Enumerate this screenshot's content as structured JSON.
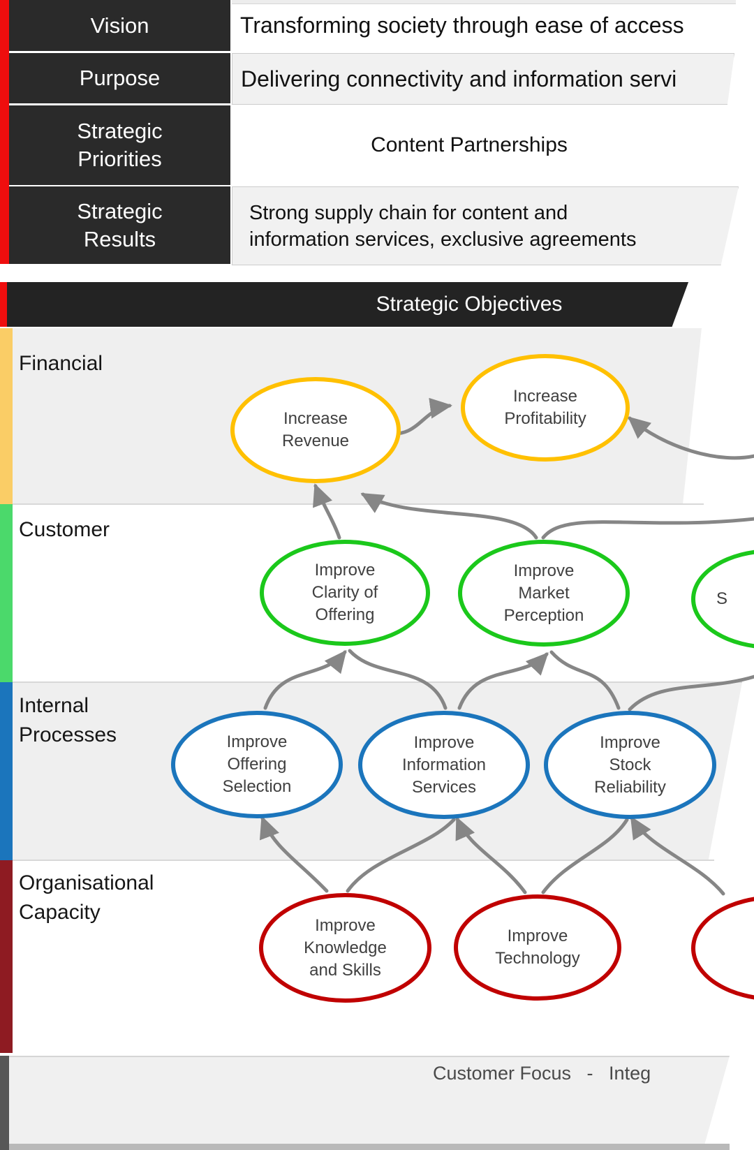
{
  "top_table": {
    "rows": [
      {
        "label": "Vision",
        "content": "Transforming society through ease of access"
      },
      {
        "label": "Purpose",
        "content": "Delivering connectivity and information servi"
      },
      {
        "label": "Strategic\nPriorities",
        "content": "Content Partnerships"
      },
      {
        "label": "Strategic\nResults",
        "content": "Strong supply chain for content and\ninformation services, exclusive agreements"
      }
    ]
  },
  "strategy_map": {
    "header": "Strategic Objectives",
    "perspectives": [
      {
        "name": "Financial",
        "bar_color": "#FACD66",
        "oval_color": "#FFC000",
        "ovals": [
          {
            "label": "Increase\nRevenue"
          },
          {
            "label": "Increase\nProfitability"
          }
        ]
      },
      {
        "name": "Customer",
        "bar_color": "#4BD96B",
        "oval_color": "#1BC81B",
        "ovals": [
          {
            "label": "Improve\nClarity of\nOffering"
          },
          {
            "label": "Improve\nMarket\nPerception"
          },
          {
            "label": "S"
          }
        ]
      },
      {
        "name": "Internal\nProcesses",
        "bar_color": "#1B75BC",
        "oval_color": "#1B75BC",
        "ovals": [
          {
            "label": "Improve\nOffering\nSelection"
          },
          {
            "label": "Improve\nInformation\nServices"
          },
          {
            "label": "Improve\nStock\nReliability"
          }
        ]
      },
      {
        "name": "Organisational\nCapacity",
        "bar_color": "#8E1B22",
        "oval_color": "#C00000",
        "ovals": [
          {
            "label": "Improve\nKnowledge\nand Skills"
          },
          {
            "label": "Improve\nTechnology"
          },
          {
            "label": ""
          }
        ]
      }
    ]
  },
  "values_bar": {
    "text": "Customer Focus   -   Integ"
  },
  "colors": {
    "accent_red": "#EF0E0E",
    "label_box": "#2a2a2a",
    "band_gray": "#EFEFEF",
    "arrow_gray": "#868686",
    "values_left_bar": "#575757"
  }
}
